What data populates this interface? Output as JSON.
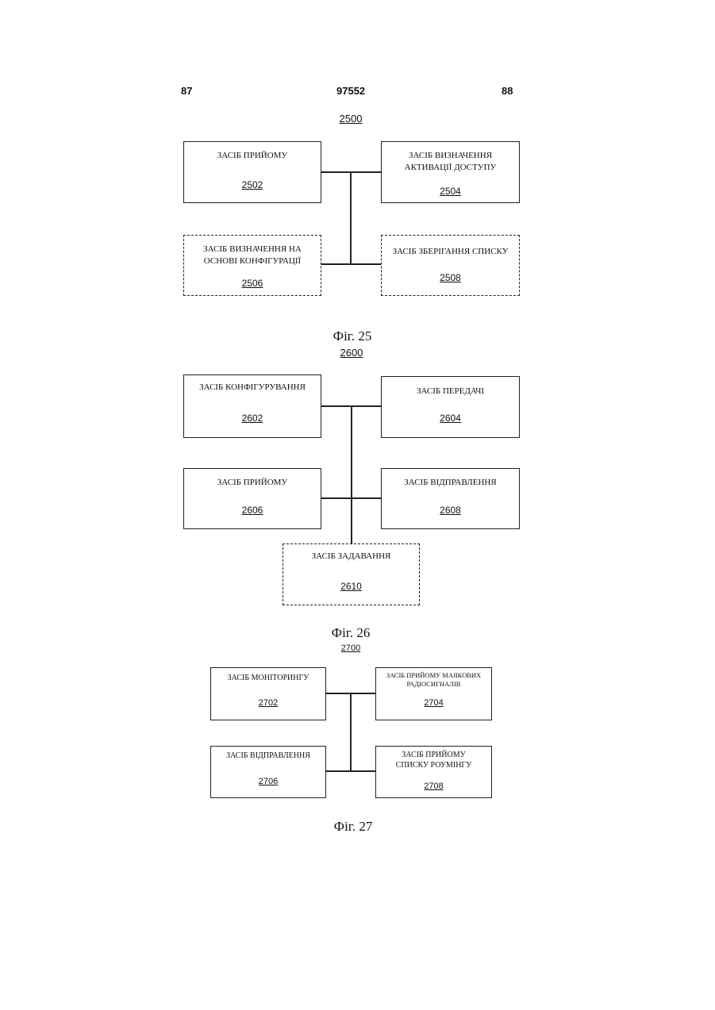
{
  "header": {
    "left_page": "87",
    "doc_number": "97552",
    "right_page": "88"
  },
  "fig25": {
    "ref": "2500",
    "caption": "Фіг. 25",
    "boxes": [
      {
        "label": "ЗАСІБ ПРИЙОМУ",
        "number": "2502"
      },
      {
        "label": "ЗАСІБ ВИЗНАЧЕННЯ АКТИВАЦІЇ ДОСТУПУ",
        "number": "2504"
      },
      {
        "label": "ЗАСІБ ВИЗНАЧЕННЯ НА ОСНОВІ КОНФІГУРАЦІЇ",
        "number": "2506"
      },
      {
        "label": "ЗАСІБ ЗБЕРІГАННЯ СПИСКУ",
        "number": "2508"
      }
    ]
  },
  "fig26": {
    "ref": "2600",
    "caption": "Фіг. 26",
    "boxes": [
      {
        "label": "ЗАСІБ КОНФІГУРУВАННЯ",
        "number": "2602"
      },
      {
        "label": "ЗАСІБ ПЕРЕДАЧІ",
        "number": "2604"
      },
      {
        "label": "ЗАСІБ ПРИЙОМУ",
        "number": "2606"
      },
      {
        "label": "ЗАСІБ ВІДПРАВЛЕННЯ",
        "number": "2608"
      },
      {
        "label": "ЗАСІБ ЗАДАВАННЯ",
        "number": "2610"
      }
    ]
  },
  "fig27": {
    "ref": "2700",
    "caption": "Фіг. 27",
    "boxes": [
      {
        "label": "ЗАСІБ МОНІТОРИНГУ",
        "number": "2702"
      },
      {
        "label": "ЗАСІБ ПРИЙОМУ МАЯКОВИХ РАДІОСИГНАЛІВ",
        "number": "2704"
      },
      {
        "label": "ЗАСІБ ВІДПРАВЛЕННЯ",
        "number": "2706"
      },
      {
        "label": "ЗАСІБ ПРИЙОМУ СПИСКУ РОУМІНГУ",
        "number": "2708"
      }
    ]
  }
}
